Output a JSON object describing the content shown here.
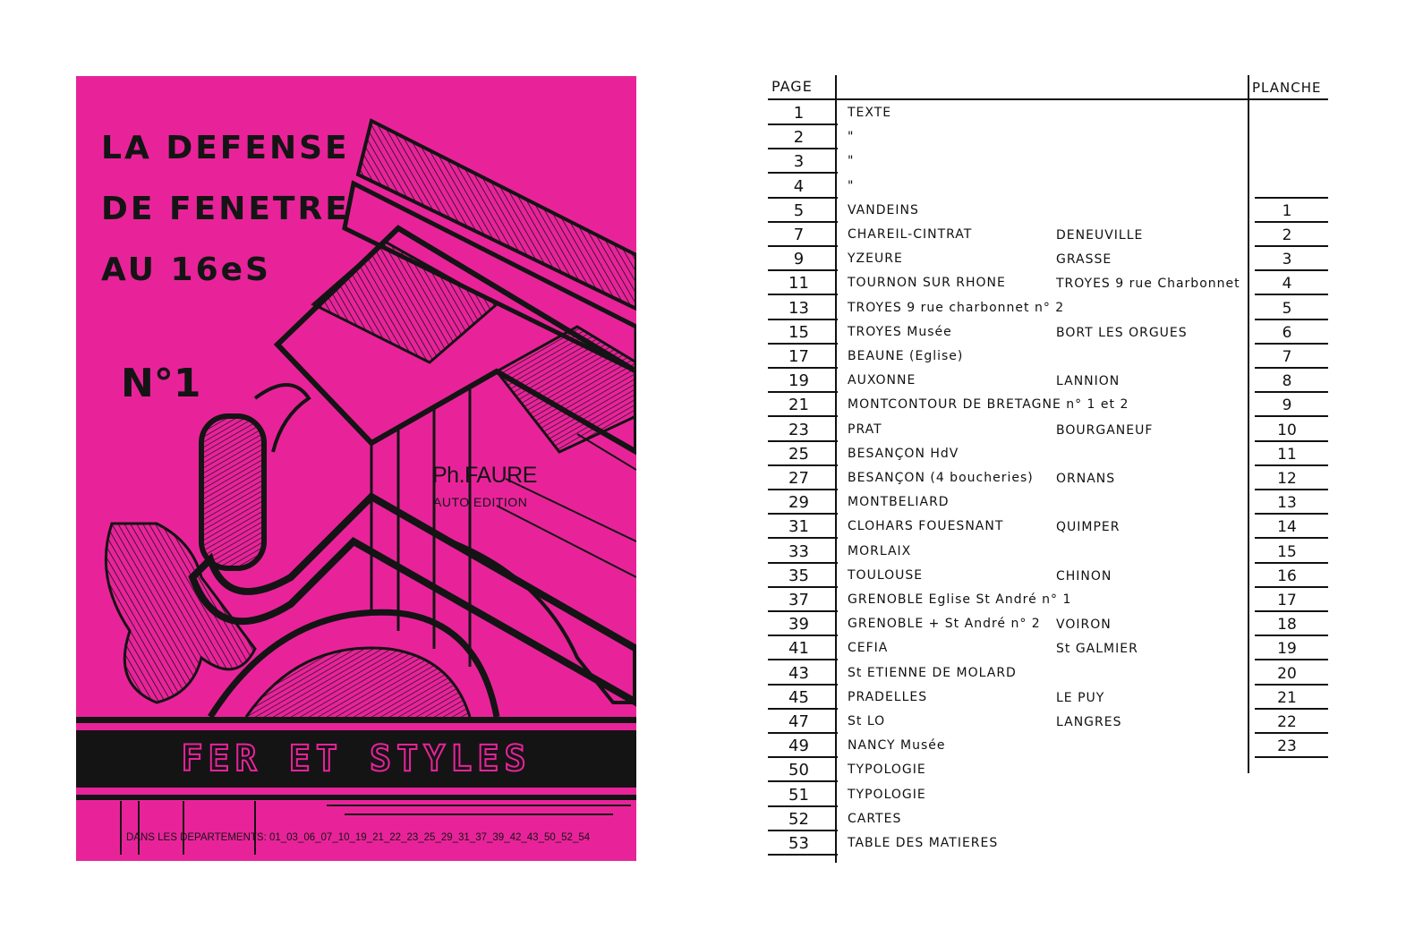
{
  "cover": {
    "title_lines": [
      "LA DEFENSE",
      "DE FENETRE",
      "AU 16eS"
    ],
    "issue": "N°1",
    "author": "Ph.FAURE",
    "edition": "AUTO EDITION",
    "series": "FER ET STYLES",
    "departments": "DANS LES DEPARTEMENTS: 01_03_06_07_10_19_21_22_23_25_29_31_37_39_42_43_50_52_54",
    "colors": {
      "background": "#e8239a",
      "ink": "#141414"
    }
  },
  "toc": {
    "header_page": "PAGE",
    "header_planche": "PLANCHE",
    "rows": [
      {
        "page": "1",
        "col1": "TEXTE",
        "col2": "",
        "planche": ""
      },
      {
        "page": "2",
        "col1": "\"",
        "col2": "",
        "planche": ""
      },
      {
        "page": "3",
        "col1": "\"",
        "col2": "",
        "planche": ""
      },
      {
        "page": "4",
        "col1": "\"",
        "col2": "",
        "planche": ""
      },
      {
        "page": "5",
        "col1": "VANDEINS",
        "col2": "",
        "planche": "1"
      },
      {
        "page": "7",
        "col1": "CHAREIL-CINTRAT",
        "col2": "DENEUVILLE",
        "planche": "2"
      },
      {
        "page": "9",
        "col1": "YZEURE",
        "col2": "GRASSE",
        "planche": "3"
      },
      {
        "page": "11",
        "col1": "TOURNON SUR RHONE",
        "col2": "TROYES 9 rue Charbonnet",
        "planche": "4"
      },
      {
        "page": "13",
        "col1": "TROYES 9 rue charbonnet n° 2",
        "col2": "",
        "planche": "5"
      },
      {
        "page": "15",
        "col1": "TROYES Musée",
        "col2": "BORT LES ORGUES",
        "planche": "6"
      },
      {
        "page": "17",
        "col1": "BEAUNE (Eglise)",
        "col2": "",
        "planche": "7"
      },
      {
        "page": "19",
        "col1": "AUXONNE",
        "col2": "LANNION",
        "planche": "8"
      },
      {
        "page": "21",
        "col1": "MONTCONTOUR DE BRETAGNE n° 1 et 2",
        "col2": "",
        "planche": "9"
      },
      {
        "page": "23",
        "col1": "PRAT",
        "col2": "BOURGANEUF",
        "planche": "10"
      },
      {
        "page": "25",
        "col1": "BESANÇON HdV",
        "col2": "",
        "planche": "11"
      },
      {
        "page": "27",
        "col1": "BESANÇON (4 boucheries)",
        "col2": "ORNANS",
        "planche": "12"
      },
      {
        "page": "29",
        "col1": "MONTBELIARD",
        "col2": "",
        "planche": "13"
      },
      {
        "page": "31",
        "col1": "CLOHARS FOUESNANT",
        "col2": "QUIMPER",
        "planche": "14"
      },
      {
        "page": "33",
        "col1": "MORLAIX",
        "col2": "",
        "planche": "15"
      },
      {
        "page": "35",
        "col1": "TOULOUSE",
        "col2": "CHINON",
        "planche": "16"
      },
      {
        "page": "37",
        "col1": "GRENOBLE Eglise St André n° 1",
        "col2": "",
        "planche": "17"
      },
      {
        "page": "39",
        "col1": "GRENOBLE + St André n° 2",
        "col2": "VOIRON",
        "planche": "18"
      },
      {
        "page": "41",
        "col1": "CEFIA",
        "col2": "St GALMIER",
        "planche": "19"
      },
      {
        "page": "43",
        "col1": "St ETIENNE DE MOLARD",
        "col2": "",
        "planche": "20"
      },
      {
        "page": "45",
        "col1": "PRADELLES",
        "col2": "LE PUY",
        "planche": "21"
      },
      {
        "page": "47",
        "col1": "St LO",
        "col2": "LANGRES",
        "planche": "22"
      },
      {
        "page": "49",
        "col1": "NANCY Musée",
        "col2": "",
        "planche": "23"
      },
      {
        "page": "50",
        "col1": "TYPOLOGIE",
        "col2": "",
        "planche": ""
      },
      {
        "page": "51",
        "col1": "TYPOLOGIE",
        "col2": "",
        "planche": ""
      },
      {
        "page": "52",
        "col1": "CARTES",
        "col2": "",
        "planche": ""
      },
      {
        "page": "53",
        "col1": "TABLE DES MATIERES",
        "col2": "",
        "planche": ""
      }
    ]
  }
}
